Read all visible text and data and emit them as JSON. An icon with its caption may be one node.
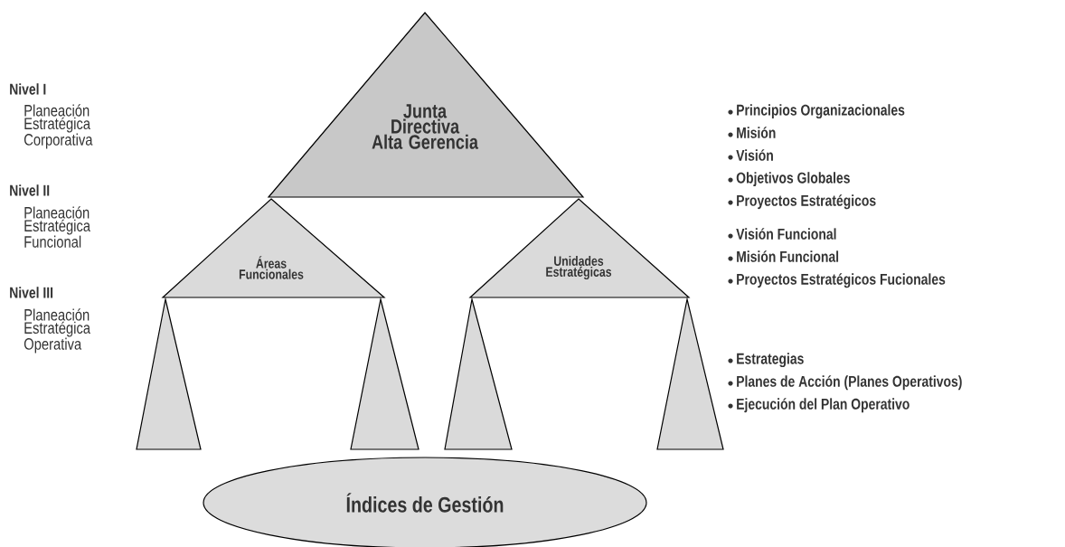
{
  "diagram": {
    "nodes": [
      {
        "text": [
          "Junta Directiva Alta Gerencia"
        ]
      },
      {
        "text": [
          "Áreas Funcionales"
        ]
      },
      {
        "text": [
          "Unidades Estratégicas"
        ]
      },
      {
        "text": [],
        "shape": "triangle"
      },
      {
        "text": [],
        "shape": "triangle"
      },
      {
        "text": [],
        "shape": "triangle"
      },
      {
        "text": [],
        "shape": "triangle"
      },
      {
        "text": [
          "Índices de Gestión"
        ]
      }
    ],
    "labels": [
      "Nivel I",
      "Planeación Estratégica Corporativa",
      "Principios Organizacionales",
      "Misión",
      "Visión",
      "Objetivos Globales",
      "Proyectos Estratégicos",
      "Nivel II",
      "Planeación Estratégica Funcional",
      "Visión Funcional",
      "Misión Funcional",
      "Proyectos Estratégicos Fucionales",
      "Nivel III",
      "Planeación Estratégica Operativa",
      "Estrategias",
      "Planes de Acción (Planes Operativos)",
      "Ejecución del Plan Operativo"
    ]
  }
}
